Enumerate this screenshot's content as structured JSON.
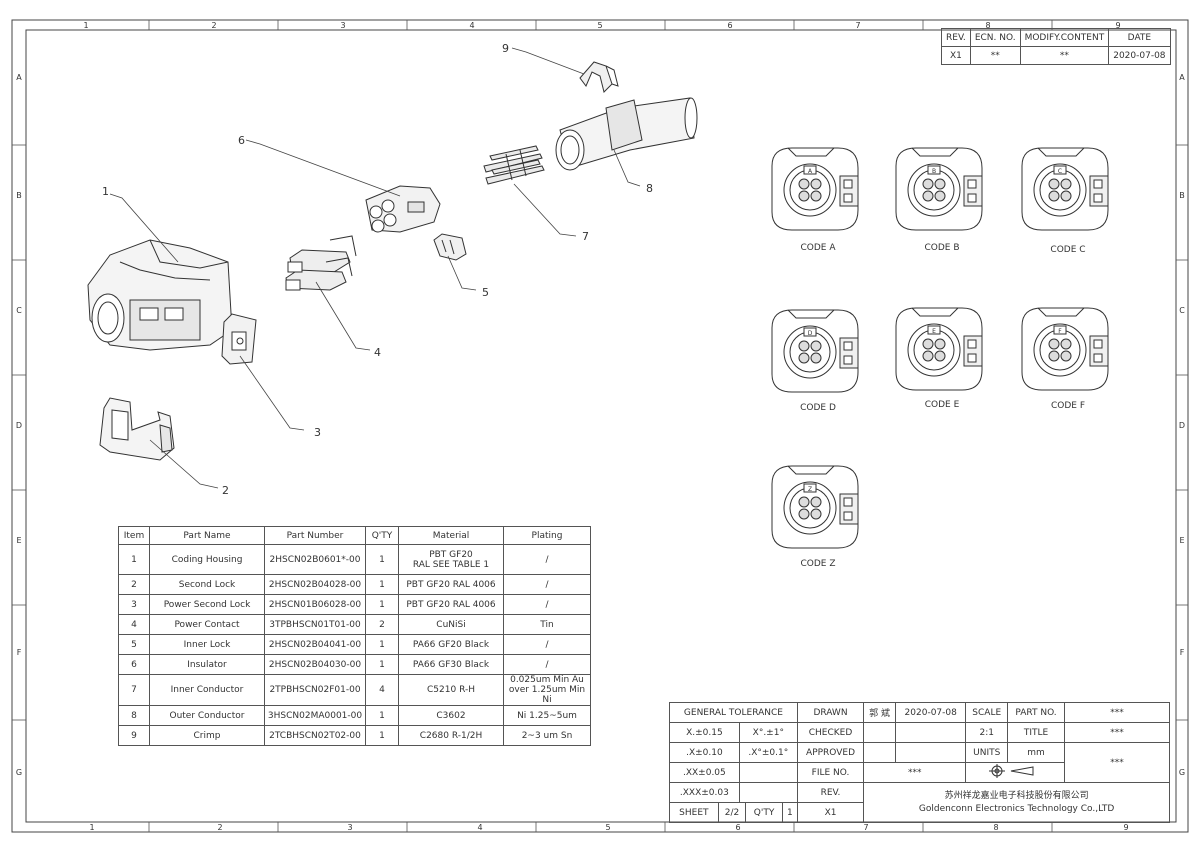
{
  "border": {
    "cols": [
      "1",
      "2",
      "3",
      "4",
      "5",
      "6",
      "7",
      "8",
      "9"
    ],
    "rows": [
      "A",
      "B",
      "C",
      "D",
      "E",
      "F",
      "G"
    ]
  },
  "revision": {
    "headers": [
      "REV.",
      "ECN. NO.",
      "MODIFY.CONTENT",
      "DATE"
    ],
    "row": [
      "X1",
      "**",
      "**",
      "2020-07-08"
    ]
  },
  "callouts": [
    "1",
    "2",
    "3",
    "4",
    "5",
    "6",
    "7",
    "8",
    "9"
  ],
  "codes": [
    "CODE A",
    "CODE B",
    "CODE C",
    "CODE D",
    "CODE E",
    "CODE F",
    "CODE Z"
  ],
  "code_letters": [
    "A",
    "B",
    "C",
    "D",
    "E",
    "F",
    "Z"
  ],
  "bom": {
    "headers": [
      "Item",
      "Part Name",
      "Part Number",
      "Q'TY",
      "Material",
      "Plating"
    ],
    "rows": [
      [
        "1",
        "Coding Housing",
        "2HSCN02B0601*-00",
        "1",
        "PBT GF20\nRAL SEE TABLE 1",
        "/"
      ],
      [
        "2",
        "Second Lock",
        "2HSCN02B04028-00",
        "1",
        "PBT GF20 RAL 4006",
        "/"
      ],
      [
        "3",
        "Power Second Lock",
        "2HSCN01B06028-00",
        "1",
        "PBT GF20 RAL 4006",
        "/"
      ],
      [
        "4",
        "Power Contact",
        "3TPBHSCN01T01-00",
        "2",
        "CuNiSi",
        "Tin"
      ],
      [
        "5",
        "Inner Lock",
        "2HSCN02B04041-00",
        "1",
        "PA66 GF20 Black",
        "/"
      ],
      [
        "6",
        "Insulator",
        "2HSCN02B04030-00",
        "1",
        "PA66 GF30 Black",
        "/"
      ],
      [
        "7",
        "Inner Conductor",
        "2TPBHSCN02F01-00",
        "4",
        "C5210 R-H",
        "0.025um Min Au\nover 1.25um Min Ni"
      ],
      [
        "8",
        "Outer Conductor",
        "3HSCN02MA0001-00",
        "1",
        "C3602",
        "Ni 1.25~5um"
      ],
      [
        "9",
        "Crimp",
        "2TCBHSCN02T02-00",
        "1",
        "C2680 R-1/2H",
        "2~3 um Sn"
      ]
    ]
  },
  "title_block": {
    "general_tolerance": "GENERAL TOLERANCE",
    "tol_x": "X.±0.15",
    "tol_ang_deg": "X°.±1°",
    "tol_xx": ".X±0.10",
    "tol_ang_min": ".X°±0.1°",
    "tol_xxx": ".XX±0.05",
    "tol_xxxx": ".XXX±0.03",
    "drawn_label": "DRAWN",
    "drawn_name": "郭 斌",
    "drawn_date": "2020-07-08",
    "checked_label": "CHECKED",
    "approved_label": "APPROVED",
    "file_no_label": "FILE NO.",
    "file_no_value": "***",
    "rev_label": "REV.",
    "rev_value": "X1",
    "scale_label": "SCALE",
    "scale_value": "2:1",
    "part_no_label": "PART NO.",
    "part_no_value": "***",
    "title_label": "TITLE",
    "title_value": "***",
    "units_label": "UNITS",
    "units_value": "mm",
    "extra_value": "***",
    "sheet_label": "SHEET",
    "sheet_value": "2/2",
    "qty_label": "Q'TY",
    "qty_value": "1",
    "company_cn": "苏州祥龙嘉业电子科技股份有限公司",
    "company_en": "Goldenconn Electronics Technology Co.,LTD"
  }
}
